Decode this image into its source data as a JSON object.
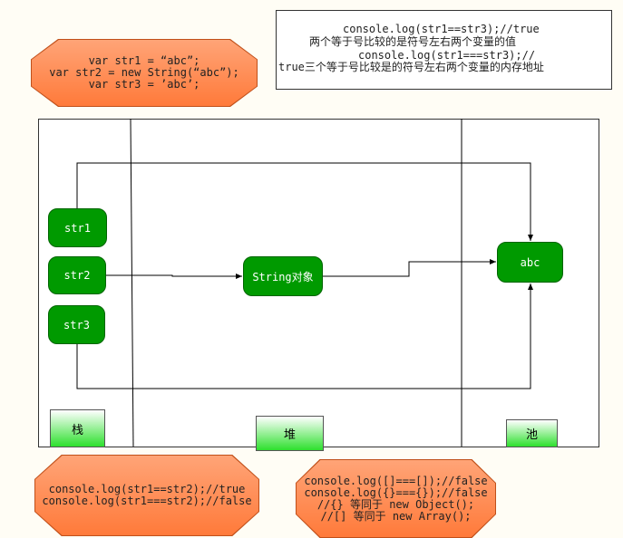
{
  "declarations": {
    "lines": [
      "var str1 = “abc”;",
      "var str2 = new String(“abc”);",
      "var str3 = ’abc’;"
    ]
  },
  "comparison_note": {
    "lines": [
      "console.log(str1==str3);//true",
      "两个等于号比较的是符号左右两个变量的值",
      "console.log(str1===str3);//",
      "true三个等于号比较是的符号左右两个变量的内存地址"
    ]
  },
  "nodes": {
    "str1": "str1",
    "str2": "str2",
    "str3": "str3",
    "string_object": "String对象",
    "abc": "abc"
  },
  "zones": {
    "stack": "栈",
    "heap": "堆",
    "pool": "池"
  },
  "str2_note": {
    "lines": [
      "console.log(str1==str2);//true",
      "console.log(str1===str2);//false"
    ]
  },
  "object_note": {
    "lines": [
      "console.log([]===[]);//false",
      "console.log({}==={});//false",
      "//{} 等同于 new Object();",
      "//[] 等同于 new Array();"
    ]
  },
  "colors": {
    "node_green": "#009a00",
    "callout_orange": "#ff7a3a",
    "zone_gradient_end": "#2ee02e"
  }
}
